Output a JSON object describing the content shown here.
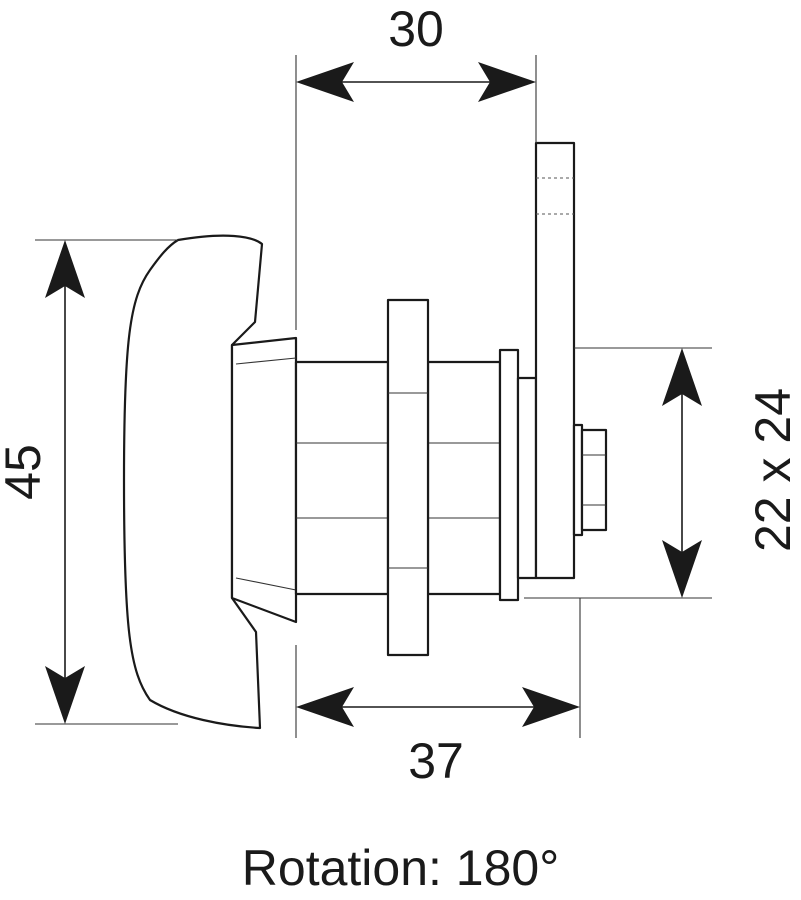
{
  "dimensions": {
    "top_width": "30",
    "bottom_width": "37",
    "height": "45",
    "cam_size": "22 x 24"
  },
  "caption": "Rotation: 180°",
  "colors": {
    "line": "#1a1a1a",
    "background": "#ffffff"
  }
}
